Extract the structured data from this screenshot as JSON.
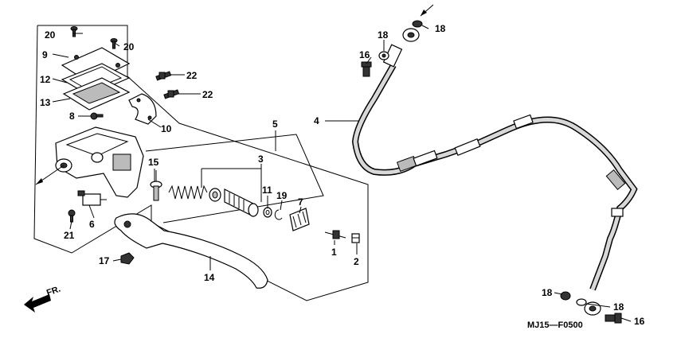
{
  "diagram": {
    "catalog_code": "MJ15—F0500",
    "direction_label": "FR.",
    "callouts": {
      "c1": "1",
      "c2": "2",
      "c3": "3",
      "c4": "4",
      "c5": "5",
      "c6": "6",
      "c7": "7",
      "c8": "8",
      "c9": "9",
      "c10": "10",
      "c11": "11",
      "c12": "12",
      "c13": "13",
      "c14": "14",
      "c15": "15",
      "c16a": "16",
      "c16b": "16",
      "c17": "17",
      "c18a": "18",
      "c18b": "18",
      "c18c": "18",
      "c18d": "18",
      "c19": "19",
      "c20a": "20",
      "c20b": "20",
      "c21": "21",
      "c22a": "22",
      "c22b": "22"
    }
  }
}
